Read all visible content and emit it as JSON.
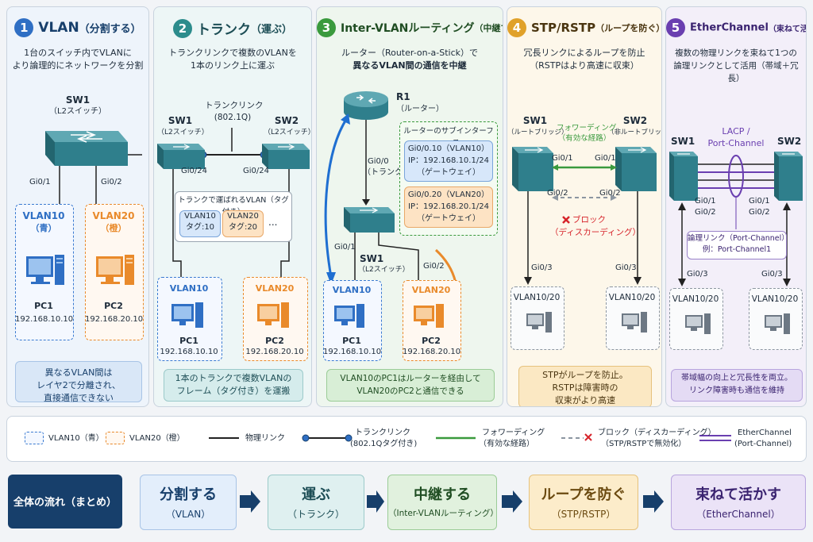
{
  "panels": [
    {
      "num": "1",
      "title": "VLAN",
      "title_sub": "（分割する）",
      "sub1": "1台のスイッチ内でVLANに",
      "sub2": "より論理的にネットワークを分割",
      "sw_name": "SW1",
      "sw_role": "（L2スイッチ）",
      "port1": "Gi0/1",
      "port2": "Gi0/2",
      "vlan_a": "VLAN10",
      "vlan_a_color": "（青）",
      "vlan_b": "VLAN20",
      "vlan_b_color": "（橙）",
      "pc_a": "PC1",
      "ip_a": "192.168.10.10",
      "pc_b": "PC2",
      "ip_b": "192.168.20.10",
      "note": [
        "異なるVLAN間は",
        "レイヤ2で分離され、",
        "直接通信できない"
      ]
    },
    {
      "num": "2",
      "title": "トランク",
      "title_sub": "（運ぶ）",
      "sub1": "トランクリンクで複数のVLANを",
      "sub2": "1本のリンク上に運ぶ",
      "sw1": "SW1",
      "sw2": "SW2",
      "role": "（L2スイッチ）",
      "trunk_label": "トランクリンク",
      "trunk_proto": "(802.1Q)",
      "port1": "Gi0/24",
      "port2": "Gi0/24",
      "tagged_title": "トランクで運ばれるVLAN（タグ付き）",
      "tag_a1": "VLAN10",
      "tag_a2": "タグ:10",
      "tag_b1": "VLAN20",
      "tag_b2": "タグ:20",
      "more": "...",
      "vlan_a": "VLAN10",
      "vlan_b": "VLAN20",
      "pc_a": "PC1",
      "ip_a": "192.168.10.10",
      "pc_b": "PC2",
      "ip_b": "192.168.20.10",
      "note": [
        "1本のトランクで複数VLANの",
        "フレーム（タグ付き）を運搬"
      ]
    },
    {
      "num": "3",
      "title": "Inter-VLANルーティング",
      "title_sub": "（中継する）",
      "sub1": "ルーター（Router-on-a-Stick）で",
      "sub2": "異なるVLAN間の通信を中継",
      "router": "R1",
      "router_role": "（ルーター）",
      "sub_title": "ルーターのサブインターフェース",
      "sub_a1": "Gi0/0.10（VLAN10）",
      "sub_a2": "IP：192.168.10.1/24",
      "sub_a3": "（ゲートウェイ）",
      "sub_b1": "Gi0/0.20（VLAN20）",
      "sub_b2": "IP：192.168.20.1/24",
      "sub_b3": "（ゲートウェイ）",
      "link_port": "Gi0/0",
      "link_type": "（トランク）",
      "sw": "SW1",
      "sw_role": "（L2スイッチ）",
      "port1": "Gi0/1",
      "port2": "Gi0/2",
      "vlan_a": "VLAN10",
      "vlan_b": "VLAN20",
      "pc_a": "PC1",
      "ip_a": "192.168.10.10",
      "pc_b": "PC2",
      "ip_b": "192.168.20.10",
      "note": [
        "VLAN10のPC1はルーターを経由して",
        "VLAN20のPC2と通信できる"
      ]
    },
    {
      "num": "4",
      "title": "STP/RSTP",
      "title_sub": "（ループを防ぐ）",
      "sub1": "冗長リンクによるループを防止",
      "sub2": "（RSTPはより高速に収束）",
      "sw1": "SW1",
      "sw1_role": "（ルートブリッジ）",
      "sw2": "SW2",
      "sw2_role": "（非ルートブリッジ）",
      "fwd1": "フォワーディング",
      "fwd2": "（有効な経路）",
      "p1": "Gi0/1",
      "p2": "Gi0/1",
      "p3": "Gi0/2",
      "p4": "Gi0/2",
      "block1": "ブロック",
      "block2": "（ディスカーディング）",
      "p5": "Gi0/3",
      "p6": "Gi0/3",
      "host_a": "VLAN10/20",
      "host_b": "VLAN10/20",
      "note": [
        "STPがループを防止。",
        "RSTPは障害時の",
        "収束がより高速"
      ]
    },
    {
      "num": "5",
      "title": "EtherChannel",
      "title_sub": "（束ねて活かす）",
      "sub1": "複数の物理リンクを束ねて1つの",
      "sub2": "論理リンクとして活用（帯域＋冗長）",
      "sw1": "SW1",
      "sw2": "SW2",
      "lacp1": "LACP /",
      "lacp2": "Port-Channel",
      "p1": "Gi0/1",
      "p2": "Gi0/2",
      "p3": "Gi0/1",
      "p4": "Gi0/2",
      "logical1": "論理リンク（Port-Channel）",
      "logical2": "例：Port-Channel1",
      "p5": "Gi0/3",
      "p6": "Gi0/3",
      "host_a": "VLAN10/20",
      "host_b": "VLAN10/20",
      "note": [
        "帯域幅の向上と冗長性を両立。",
        "リンク障害時も通信を維持"
      ]
    }
  ],
  "legend": {
    "vlan10": "VLAN10（青）",
    "vlan20": "VLAN20（橙）",
    "physical": "物理リンク",
    "trunk1": "トランクリンク",
    "trunk2": "(802.1Qタグ付き)",
    "fwd1": "フォワーディング",
    "fwd2": "（有効な経路）",
    "block1": "ブロック（ディスカーディング）",
    "block2": "（STP/RSTPで無効化）",
    "ec1": "EtherChannel",
    "ec2": "(Port-Channel)"
  },
  "flow": {
    "label": "全体の流れ（まとめ）",
    "steps": [
      {
        "a": "分割する",
        "b": "（VLAN）"
      },
      {
        "a": "運ぶ",
        "b": "（トランク）"
      },
      {
        "a": "中継する",
        "b": "（Inter-VLANルーティング）"
      },
      {
        "a": "ループを防ぐ",
        "b": "（STP/RSTP）"
      },
      {
        "a": "束ねて活かす",
        "b": "（EtherChannel）"
      }
    ]
  },
  "colors": {
    "blue": "#2f6fc4",
    "orange": "#e98a2b",
    "green": "#3a9a3d",
    "teal": "#2c8c8c",
    "purple": "#6a3fb0",
    "red": "#d6232a",
    "switch": "#2f7f8c",
    "navy": "#173f6b"
  }
}
